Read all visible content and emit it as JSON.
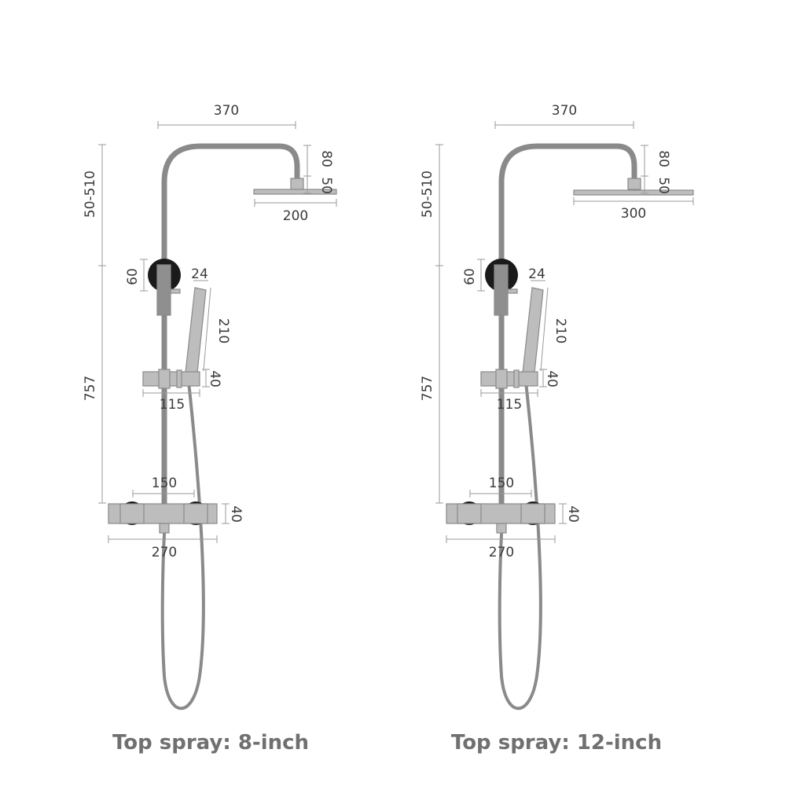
{
  "units": {
    "left": {
      "caption": "Top spray: 8-inch",
      "labels": {
        "arm_reach": "370",
        "head_height": "80",
        "head_thickness": "50",
        "head_diameter": "200",
        "adjust_range": "50-510",
        "rail_length": "757",
        "holder_size": "60",
        "hand_width": "24",
        "hand_length": "210",
        "slider_height": "40",
        "slider_width": "115",
        "valve_centers": "150",
        "valve_height": "40",
        "valve_width": "270"
      }
    },
    "right": {
      "caption": "Top spray: 12-inch",
      "labels": {
        "arm_reach": "370",
        "head_height": "80",
        "head_thickness": "50",
        "head_diameter": "300",
        "adjust_range": "50-510",
        "rail_length": "757",
        "holder_size": "60",
        "hand_width": "24",
        "hand_length": "210",
        "slider_height": "40",
        "slider_width": "115",
        "valve_centers": "150",
        "valve_height": "40",
        "valve_width": "270"
      }
    }
  },
  "colors": {
    "pipe": "#8a8a8a",
    "body": "#bdbdbd",
    "knob": "#1a1a1a",
    "caption": "#707070"
  }
}
